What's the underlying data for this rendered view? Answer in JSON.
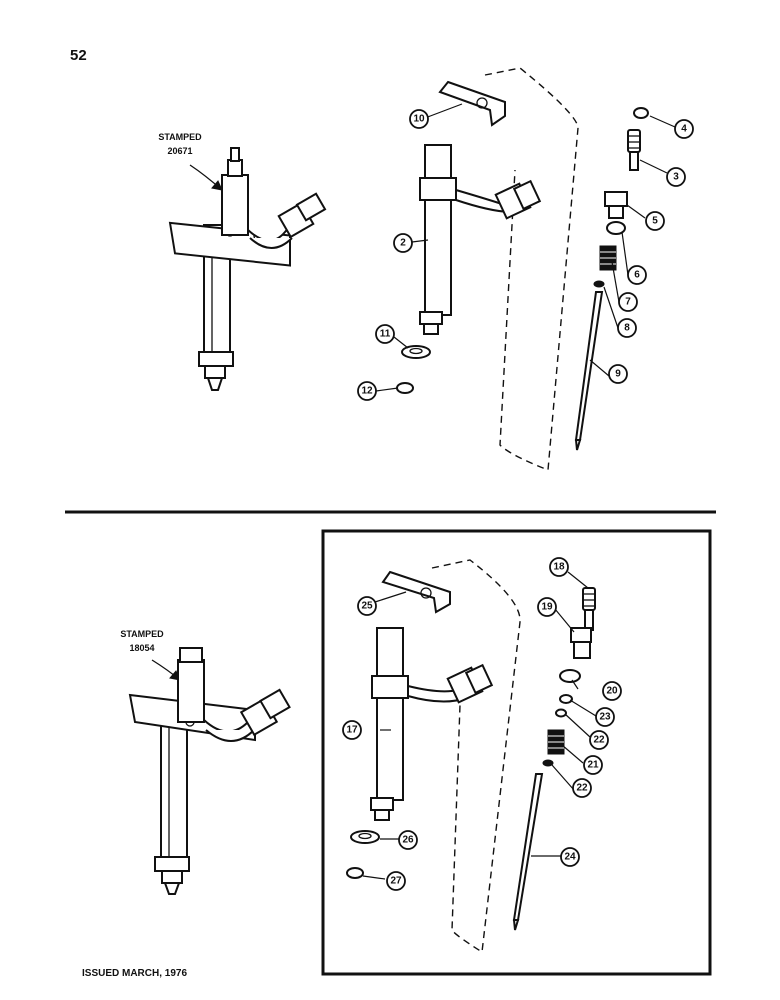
{
  "page": {
    "number": "52",
    "footer": "ISSUED MARCH, 1976"
  },
  "top_section": {
    "stamp_label": "STAMPED",
    "stamp_number": "20671",
    "callouts": [
      "10",
      "4",
      "3",
      "2",
      "5",
      "6",
      "7",
      "8",
      "11",
      "12",
      "9"
    ]
  },
  "bottom_section": {
    "stamp_label": "STAMPED",
    "stamp_number": "18054",
    "callouts": [
      "18",
      "25",
      "19",
      "20",
      "23",
      "22",
      "17",
      "21",
      "22",
      "26",
      "24",
      "27"
    ]
  }
}
